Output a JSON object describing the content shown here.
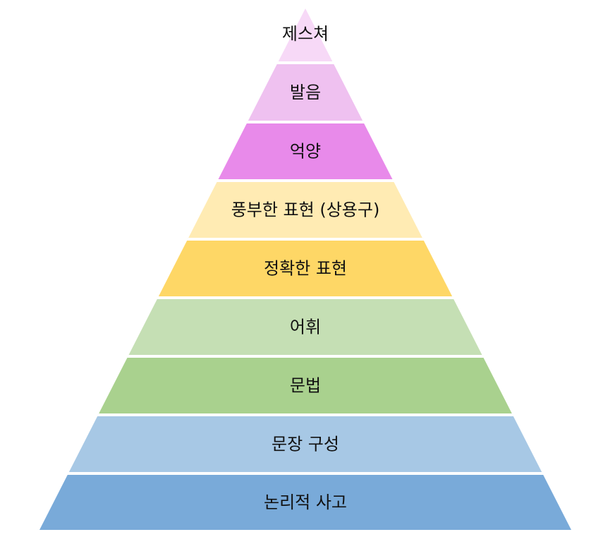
{
  "pyramid": {
    "tiers": [
      {
        "label": "제스쳐",
        "color": "#F7D9F7"
      },
      {
        "label": "발음",
        "color": "#EFC1F0"
      },
      {
        "label": "억양",
        "color": "#E88AEA"
      },
      {
        "label": "풍부한 표현 (상용구)",
        "color": "#FFEBB3"
      },
      {
        "label": "정확한 표현",
        "color": "#FED766"
      },
      {
        "label": "어휘",
        "color": "#C5DFB4"
      },
      {
        "label": "문법",
        "color": "#A9D18E"
      },
      {
        "label": "문장 구성",
        "color": "#A7C8E5"
      },
      {
        "label": "논리적 사고",
        "color": "#79AAD9"
      }
    ]
  }
}
